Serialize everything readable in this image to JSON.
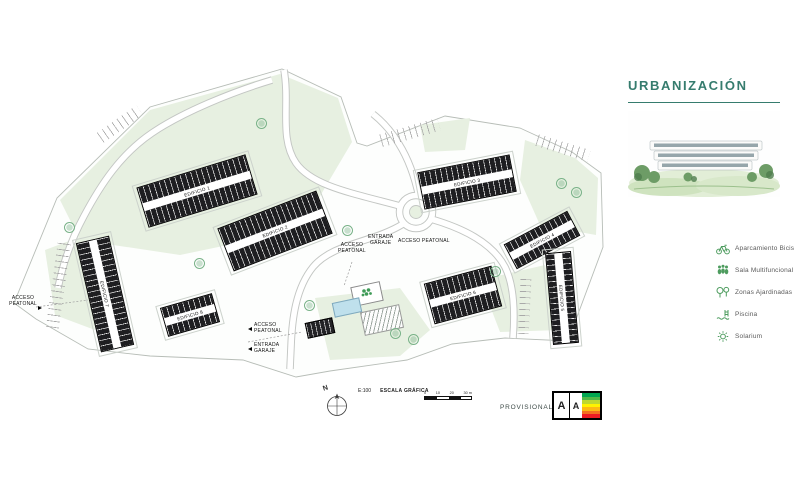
{
  "right_panel": {
    "title": "URBANIZACIÓN",
    "legend": [
      {
        "icon": "bike-icon",
        "label": "Aparcamiento Bicis"
      },
      {
        "icon": "people-icon",
        "label": "Sala Multifuncional"
      },
      {
        "icon": "trees-icon",
        "label": "Zonas Ajardinadas"
      },
      {
        "icon": "pool-icon",
        "label": "Piscina"
      },
      {
        "icon": "sun-icon",
        "label": "Solarium"
      }
    ]
  },
  "plan": {
    "buildings": [
      {
        "label": "EDIFICIO 1"
      },
      {
        "label": "EDIFICIO 2"
      },
      {
        "label": "EDIFICIO 3"
      },
      {
        "label": "EDIFICIO 4"
      },
      {
        "label": "EDIFICIO 5"
      },
      {
        "label": "EDIFICIO 6"
      },
      {
        "label": "EDIFICIO 7"
      },
      {
        "label": "EDIFICIO 8"
      }
    ],
    "labels": {
      "acceso": "ACCESO",
      "peatonal": "PEATONAL",
      "acceso_peatonal": "ACCESO PEATONAL",
      "entrada": "ENTRADA",
      "garaje": "GARAJE"
    }
  },
  "footer": {
    "north_letter": "N",
    "scale_ratio": "E:100",
    "scale_title": "ESCALA GRÁFICA",
    "scale_ticks": [
      "0",
      "10",
      "20",
      "30 m"
    ],
    "provisional": "PROVISIONAL",
    "energy_letter_1": "A",
    "energy_letter_2": "A",
    "energy_stripe_styles": [
      "background:#00a651",
      "background:#50b848",
      "background:#bfd730",
      "background:#fff200",
      "background:#fdb913",
      "background:#f37021",
      "background:#ed1c24"
    ]
  },
  "colors": {
    "accent_teal": "#367c6e",
    "legend_green": "#4e9c5f",
    "plan_green": "#e7f0e1"
  }
}
